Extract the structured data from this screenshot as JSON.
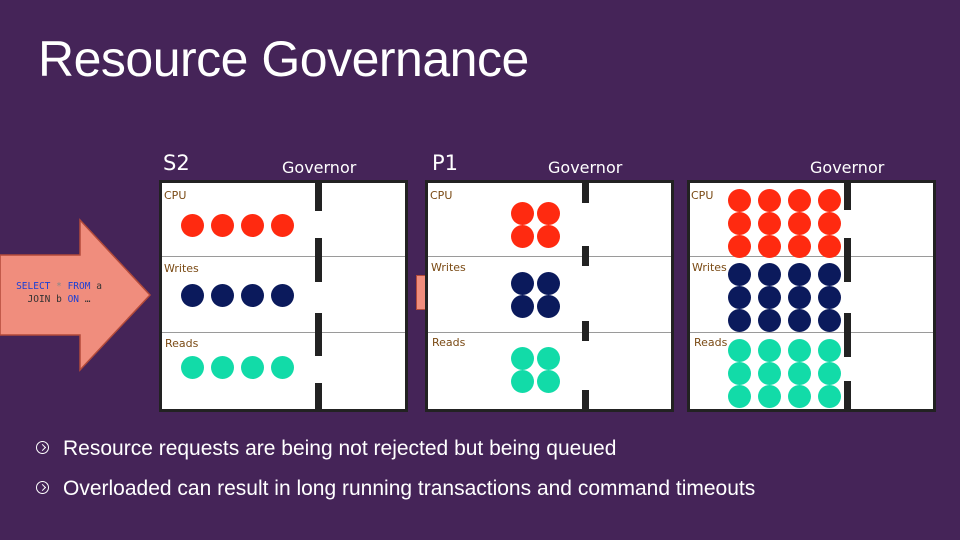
{
  "title": "Resource Governance",
  "query": {
    "line1": {
      "kw1": "SELECT",
      "op": " * ",
      "kw2": "FROM",
      "rest": " a"
    },
    "line2": {
      "pre": "JOIN b ",
      "kw": "ON",
      "rest": " …"
    }
  },
  "tiers": [
    {
      "label": "S2",
      "governor": "Governor",
      "rows": [
        {
          "label": "CPU",
          "count": 4
        },
        {
          "label": "Writes",
          "count": 4
        },
        {
          "label": "Reads",
          "count": 4
        }
      ]
    },
    {
      "label": "P1",
      "governor": "Governor",
      "rows": [
        {
          "label": "CPU",
          "count": 4
        },
        {
          "label": "Writes",
          "count": 4
        },
        {
          "label": "Reads",
          "count": 4
        }
      ]
    },
    {
      "label": "",
      "governor": "Governor",
      "rows": [
        {
          "label": "CPU",
          "count": 12
        },
        {
          "label": "Writes",
          "count": 12
        },
        {
          "label": "Reads",
          "count": 12
        }
      ]
    }
  ],
  "colors": {
    "background": "#452458",
    "cpu": "#ff2a10",
    "writes": "#0b1a5c",
    "reads": "#12dba8",
    "arrow": "#f08d7d"
  },
  "bullets": [
    "Resource requests are being not rejected but being queued",
    "Overloaded can result in long running transactions and command timeouts"
  ]
}
